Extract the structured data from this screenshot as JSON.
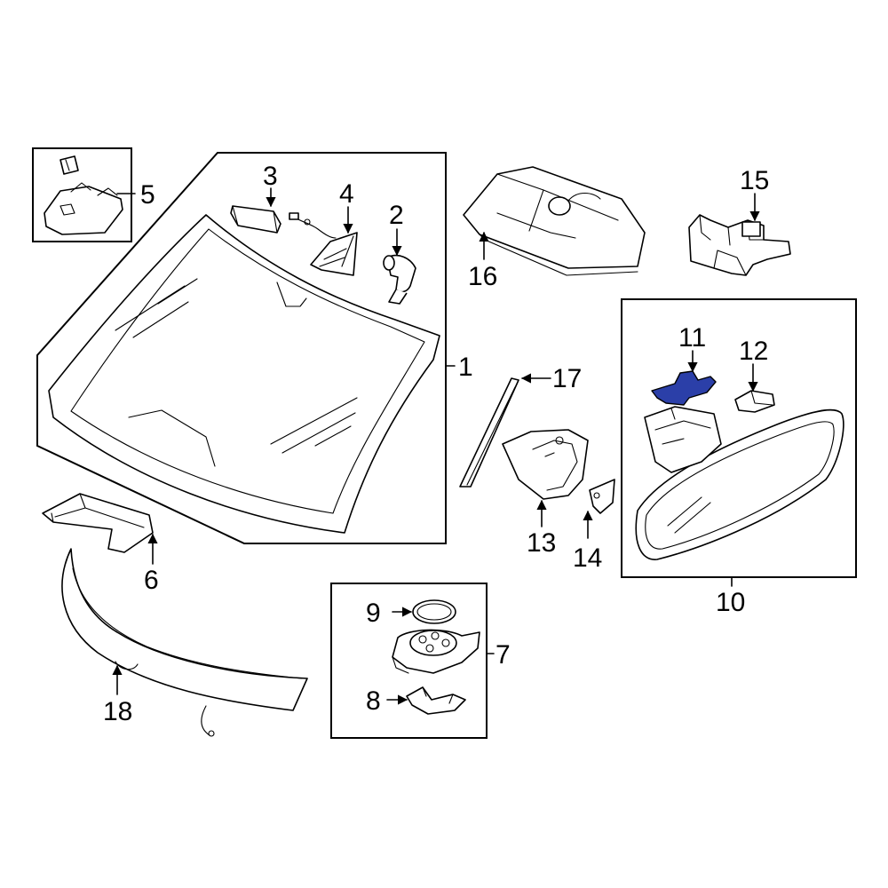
{
  "highlight_color": "#2b3fa8",
  "callouts": {
    "c1": "1",
    "c2": "2",
    "c3": "3",
    "c4": "4",
    "c5": "5",
    "c6": "6",
    "c7": "7",
    "c8": "8",
    "c9": "9",
    "c10": "10",
    "c11": "11",
    "c12": "12",
    "c13": "13",
    "c14": "14",
    "c15": "15",
    "c16": "16",
    "c17": "17",
    "c18": "18"
  },
  "highlighted_part": "11"
}
